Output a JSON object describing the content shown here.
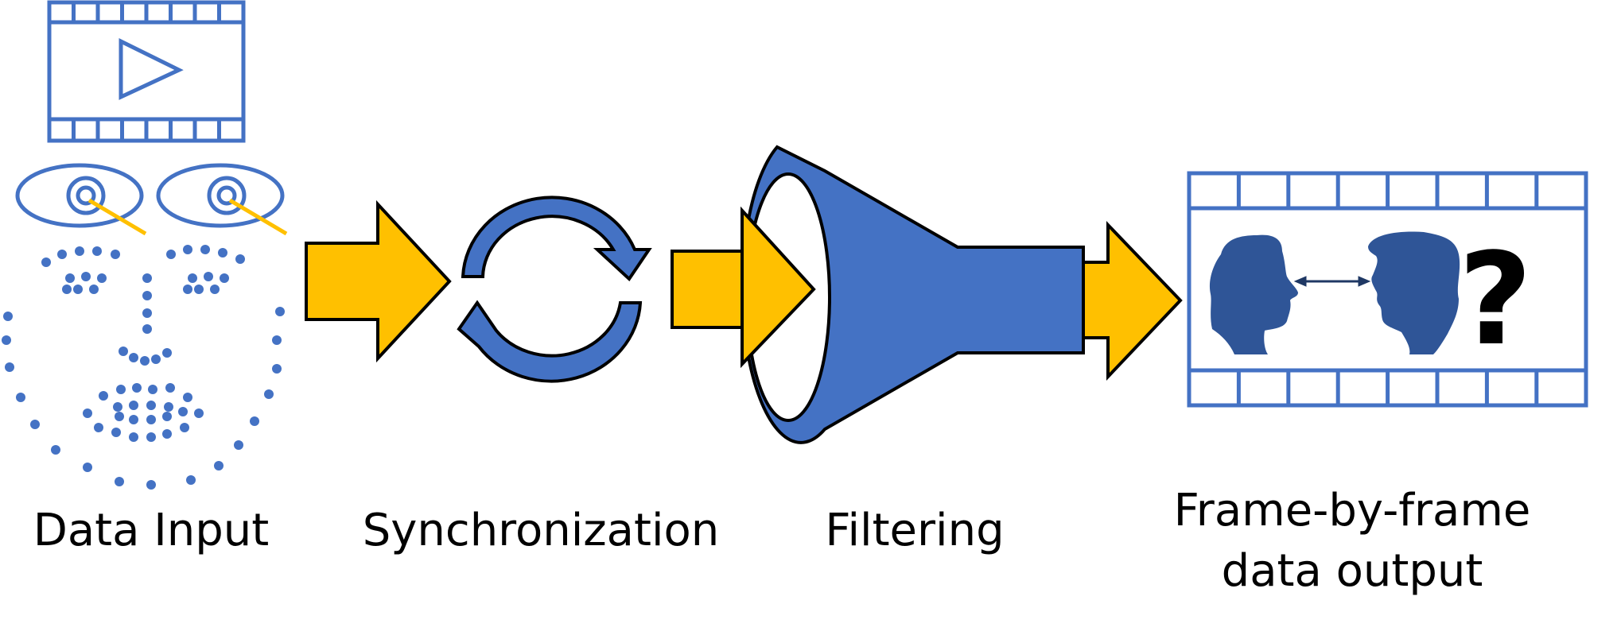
{
  "steps": [
    {
      "id": "data-input",
      "label": "Data Input"
    },
    {
      "id": "synchronization",
      "label": "Synchronization"
    },
    {
      "id": "filtering",
      "label": "Filtering"
    },
    {
      "id": "output",
      "label": "Frame-by-frame\ndata output"
    }
  ],
  "output_panel": {
    "symbol": "?"
  },
  "colors": {
    "blue": "#4472C4",
    "dark_blue": "#2F5597",
    "arrow": "#FFC000",
    "outline": "#000000"
  },
  "icons": [
    "video-frame-icon",
    "eye-icon",
    "face-landmarks-icon",
    "cycle-arrows-icon",
    "funnel-icon",
    "film-strip-icon",
    "head-silhouette-icon",
    "double-arrow-icon"
  ]
}
